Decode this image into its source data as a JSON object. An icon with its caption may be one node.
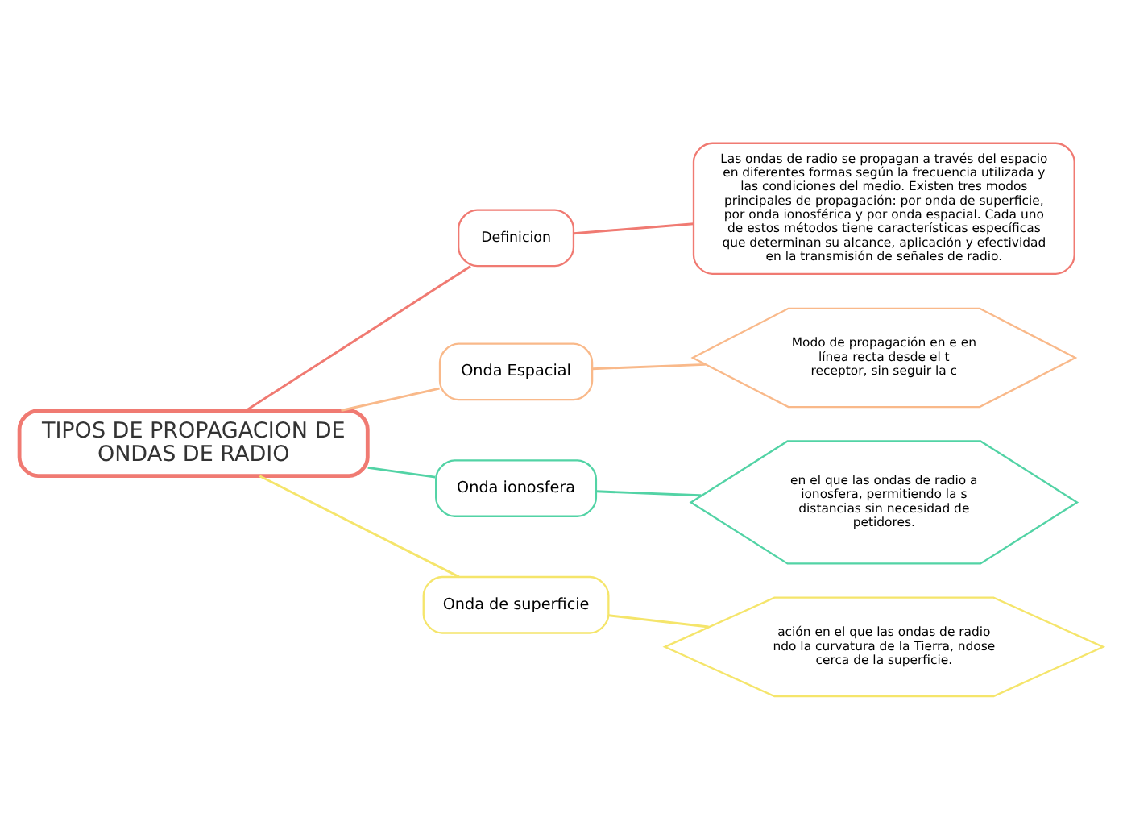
{
  "diagram": {
    "nodes": [
      {
        "text": [
          "TIPOS DE PROPAGACION DE ONDAS DE RADIO"
        ]
      },
      {
        "text": [
          "Definicion"
        ]
      },
      {
        "text": [
          "Las ondas de radio se propagan a través del espacio en diferentes formas según la frecuencia utilizada y las condiciones del medio. Existen tres modos principales de propagación: por onda de superficie, por onda ionosférica y por onda espacial. Cada uno de estos métodos tiene características específicas que determinan su alcance, aplicación y efectividad en la transmisión de señales de radio."
        ]
      },
      {
        "text": [
          "Onda Espacial"
        ]
      },
      {
        "text": [
          "Modo de propagación en e en línea recta desde el t receptor, sin seguir la c"
        ]
      },
      {
        "text": [
          "Onda ionosfera"
        ]
      },
      {
        "text": [
          "en el que las ondas de radio a ionosfera, permitiendo la s distancias sin necesidad de petidores."
        ]
      },
      {
        "text": [
          "Onda de superficie"
        ]
      },
      {
        "text": [
          "ación en el que las ondas de radio ndo la curvatura de la Tierra, ndose cerca de la superficie."
        ]
      }
    ],
    "edges": [
      {
        "from": 0,
        "to": 1,
        "arrow": "none",
        "color": "#f07a72"
      },
      {
        "from": 1,
        "to": 2,
        "arrow": "none",
        "color": "#f07a72"
      },
      {
        "from": 0,
        "to": 3,
        "arrow": "none",
        "color": "#f9b98a"
      },
      {
        "from": 3,
        "to": 4,
        "arrow": "none",
        "color": "#f9b98a"
      },
      {
        "from": 0,
        "to": 5,
        "arrow": "none",
        "color": "#52d3a5"
      },
      {
        "from": 5,
        "to": 6,
        "arrow": "none",
        "color": "#52d3a5"
      },
      {
        "from": 0,
        "to": 7,
        "arrow": "none",
        "color": "#f5e56b"
      },
      {
        "from": 7,
        "to": 8,
        "arrow": "none",
        "color": "#f5e56b"
      }
    ]
  }
}
